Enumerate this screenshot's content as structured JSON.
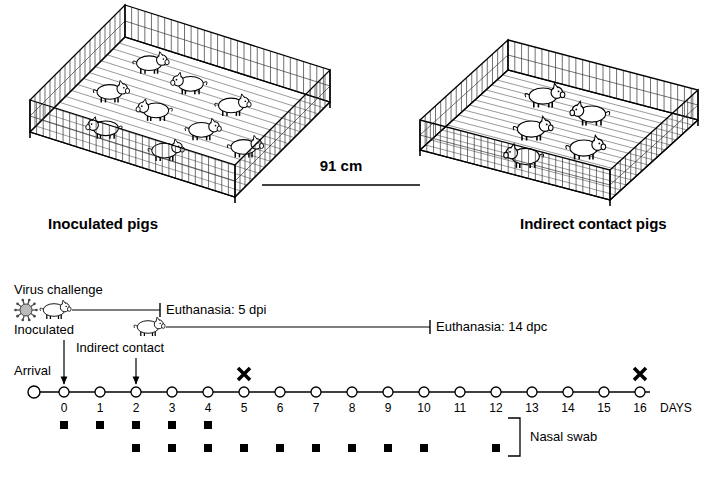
{
  "diagram": {
    "labels": [
      "Inoculated pigs",
      "91 cm",
      "Indirect contact pigs",
      "Virus challenge",
      "Euthanasia: 5 dpi",
      "Inoculated",
      "Euthanasia: 14 dpc",
      "Indirect contact",
      "Arrival",
      "0",
      "1",
      "2",
      "3",
      "4",
      "5",
      "6",
      "7",
      "8",
      "9",
      "10",
      "11",
      "12",
      "13",
      "14",
      "15",
      "16",
      "DAYS",
      "Nasal swab"
    ]
  }
}
